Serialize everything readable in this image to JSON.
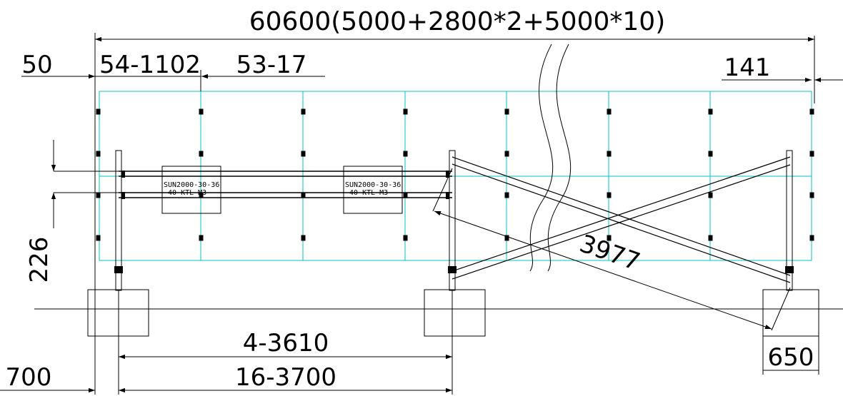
{
  "drawing": {
    "title_dimension": "60600(5000+2800*2+5000*10)",
    "dim_left_offset": "50",
    "dim_panel_spec": "54-1102",
    "dim_panel_gap": "53-17",
    "dim_right_offset": "141",
    "dim_height": "226",
    "dim_diagonal": "3977",
    "dim_pier_spacing_a": "4-3610",
    "dim_pier_spacing_b": "16-3700",
    "dim_left_edge": "700",
    "dim_foundation_width": "650",
    "inverter_1_line1": "SUN2000-30-36",
    "inverter_1_line2": "-40-KTL-M3",
    "inverter_2_line1": "SUN2000-30-36",
    "inverter_2_line2": "-40-KTL-M3"
  },
  "colors": {
    "panel_outline": "#00c4c4",
    "linework": "#000000",
    "background": "#ffffff"
  }
}
